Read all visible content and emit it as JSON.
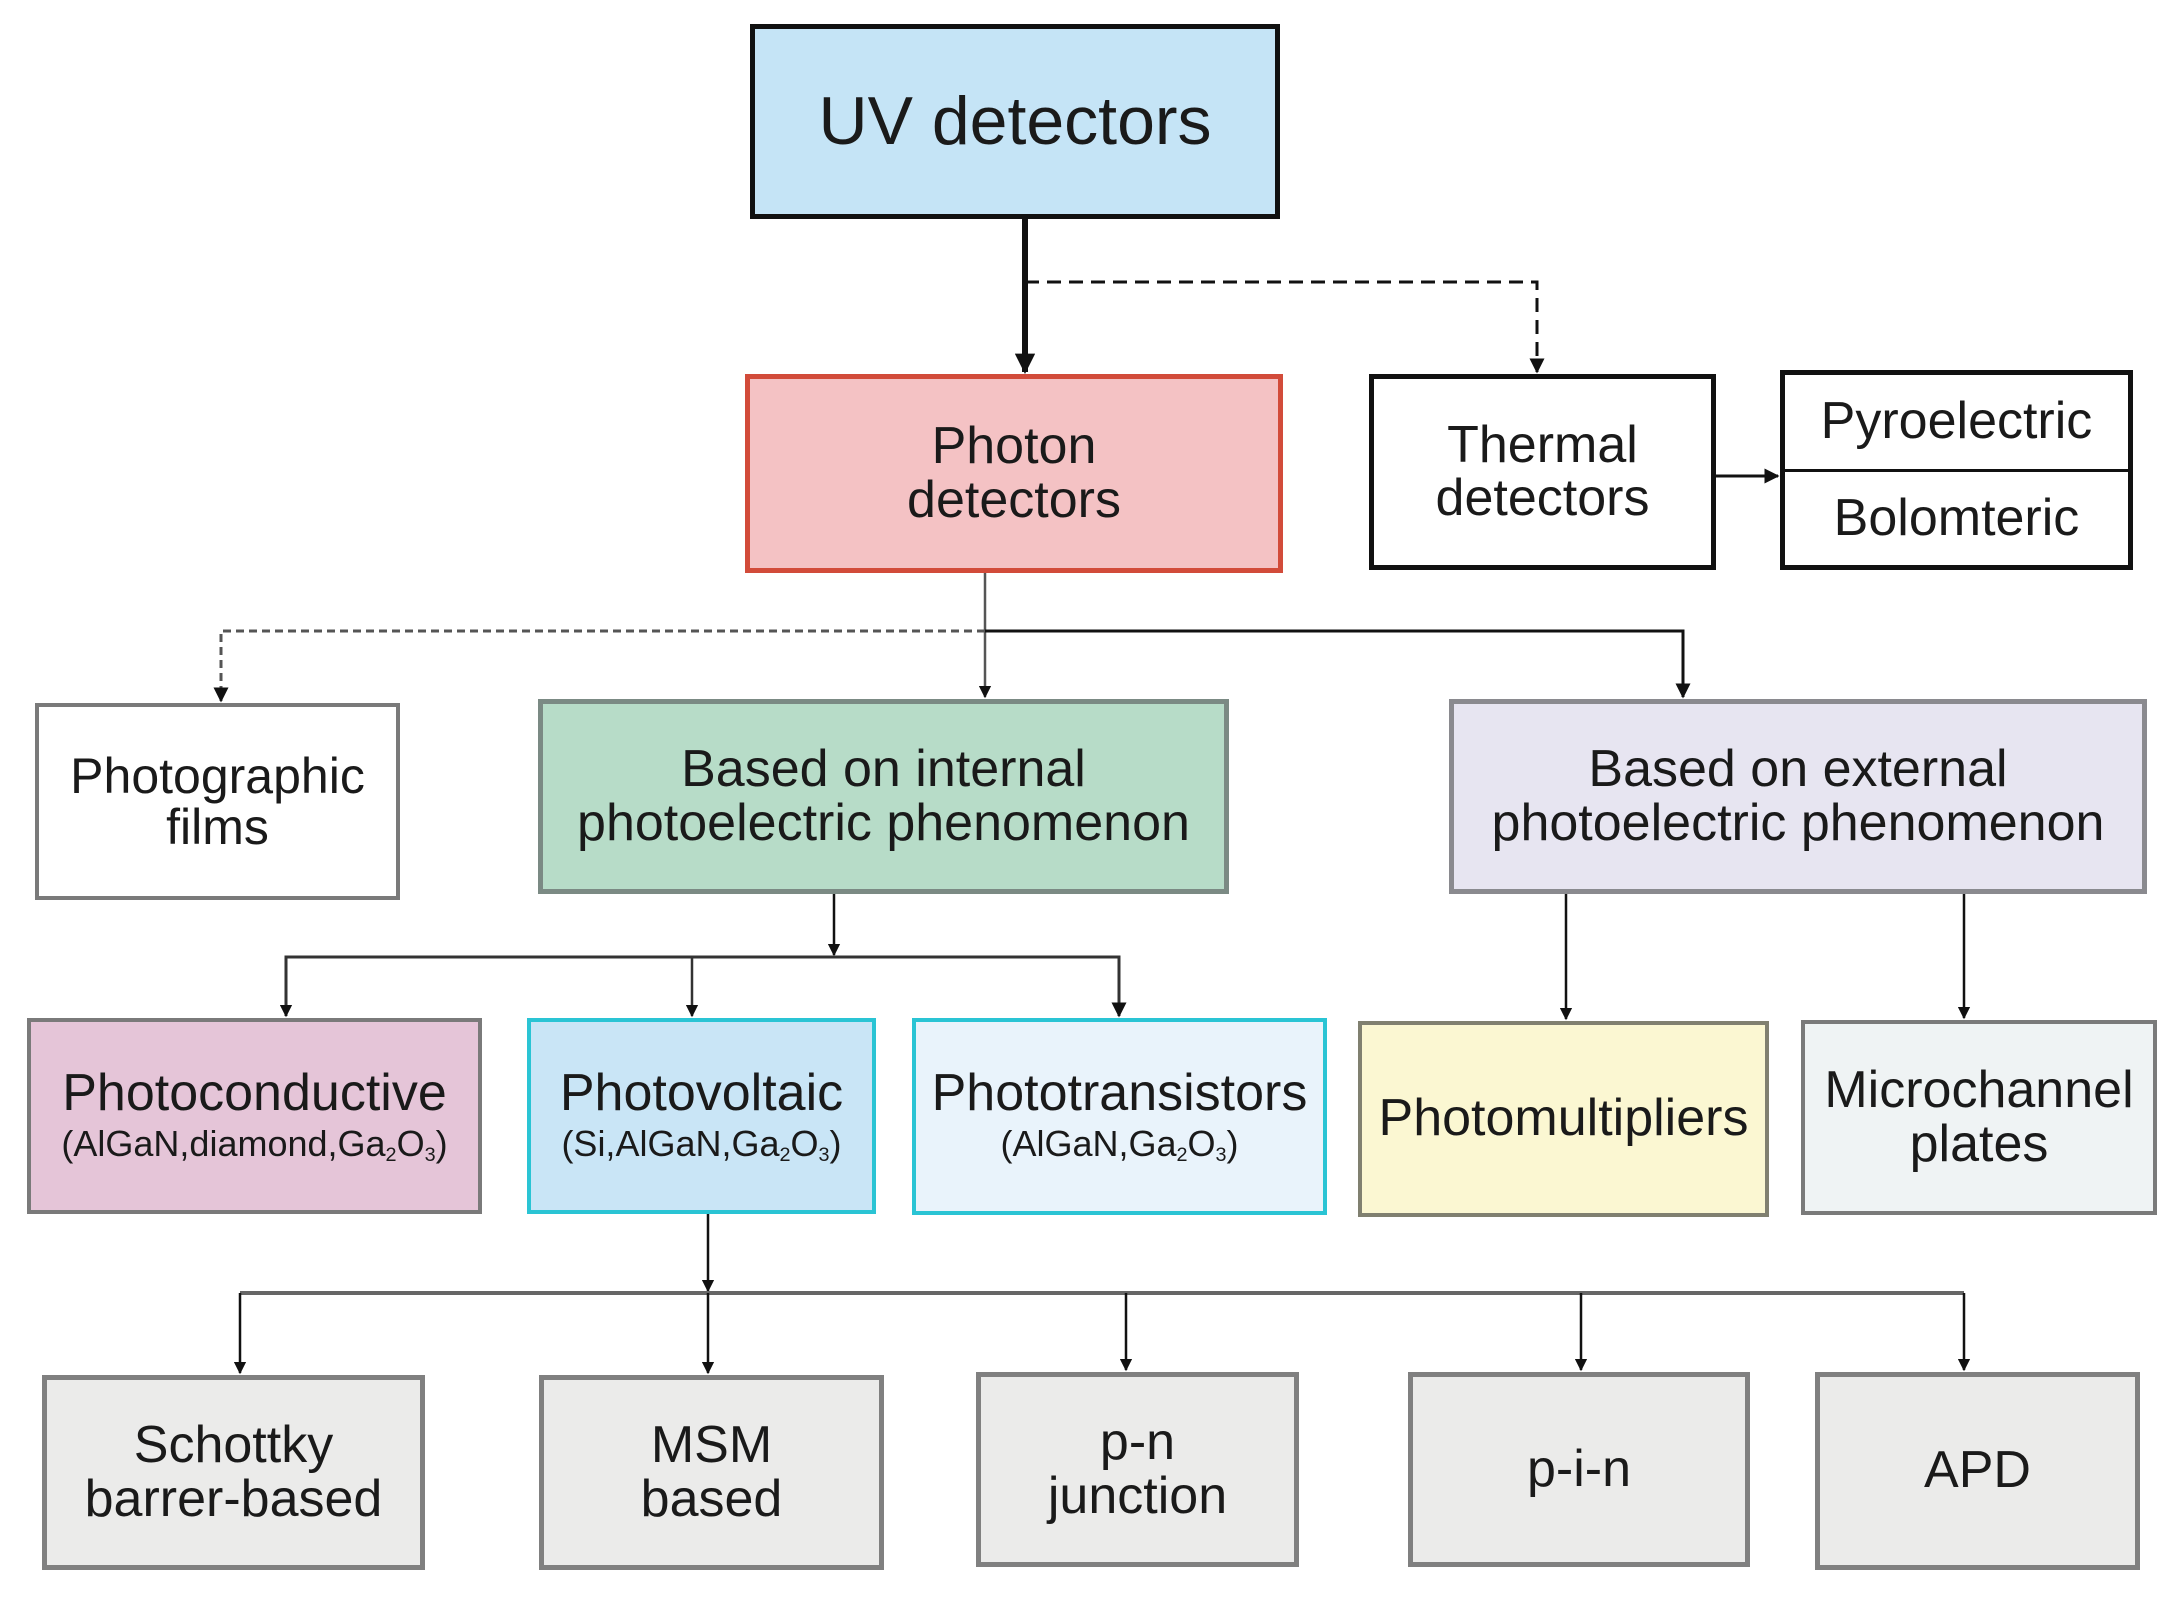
{
  "diagram": {
    "title": "UV detectors",
    "colors": {
      "root_fill": "#c5e4f6",
      "photon_fill": "#f4c2c4",
      "photon_border": "#d24b3a",
      "internal_fill": "#b7dcc8",
      "external_fill": "#e7e5f1",
      "photoconductive_fill": "#e5c5d8",
      "photovoltaic_fill": "#c9e5f6",
      "phototransistor_fill": "#e9f3fb",
      "photomultiplier_fill": "#fbf7d2",
      "microchannel_fill": "#eff3f4",
      "leaf_fill": "#ebebea",
      "cyan_border": "#2ac4d4"
    },
    "nodes": {
      "root": {
        "label": "UV detectors"
      },
      "photon": {
        "label": "Photon\ndetectors"
      },
      "thermal": {
        "label": "Thermal\ndetectors"
      },
      "thermal_types": [
        "Pyroelectric",
        "Bolomteric"
      ],
      "photographic": {
        "label": "Photographic\nfilms"
      },
      "internal": {
        "label": "Based on internal\nphotoelectric phenomenon"
      },
      "external": {
        "label": "Based on external\nphotoelectric phenomenon"
      },
      "photoconductive": {
        "label": "Photoconductive",
        "materials_prefix": "(AlGaN,diamond,Ga",
        "sub1": "2",
        "mid": "O",
        "sub2": "3",
        "suffix": ")"
      },
      "photovoltaic": {
        "label": "Photovoltaic",
        "materials_prefix": "(Si,AlGaN,Ga",
        "sub1": "2",
        "mid": "O",
        "sub2": "3",
        "suffix": ")"
      },
      "phototransistors": {
        "label": "Phototransistors",
        "materials_prefix": "(AlGaN,Ga",
        "sub1": "2",
        "mid": "O",
        "sub2": "3",
        "suffix": ")"
      },
      "photomultipliers": {
        "label": "Photomultipliers"
      },
      "microchannel": {
        "label": "Microchannel\nplates"
      },
      "schottky": {
        "label": "Schottky\nbarrer-based"
      },
      "msm": {
        "label": "MSM\nbased"
      },
      "pn": {
        "label": "p-n\njunction"
      },
      "pin": {
        "label": "p-i-n"
      },
      "apd": {
        "label": "APD"
      }
    },
    "edges": [
      {
        "from": "root",
        "to": "photon",
        "style": "solid-bold"
      },
      {
        "from": "root",
        "to": "thermal",
        "style": "dashed"
      },
      {
        "from": "thermal",
        "to": "thermal_types",
        "style": "solid"
      },
      {
        "from": "photon",
        "to": "photographic",
        "style": "dashed"
      },
      {
        "from": "photon",
        "to": "internal",
        "style": "solid"
      },
      {
        "from": "photon",
        "to": "external",
        "style": "solid"
      },
      {
        "from": "internal",
        "to": "photoconductive",
        "style": "solid"
      },
      {
        "from": "internal",
        "to": "photovoltaic",
        "style": "solid"
      },
      {
        "from": "internal",
        "to": "phototransistors",
        "style": "solid"
      },
      {
        "from": "external",
        "to": "photomultipliers",
        "style": "solid"
      },
      {
        "from": "external",
        "to": "microchannel",
        "style": "solid"
      },
      {
        "from": "photovoltaic",
        "to": "schottky",
        "style": "solid"
      },
      {
        "from": "photovoltaic",
        "to": "msm",
        "style": "solid"
      },
      {
        "from": "photovoltaic",
        "to": "pn",
        "style": "solid"
      },
      {
        "from": "photovoltaic",
        "to": "pin",
        "style": "solid"
      },
      {
        "from": "photovoltaic",
        "to": "apd",
        "style": "solid"
      }
    ]
  }
}
